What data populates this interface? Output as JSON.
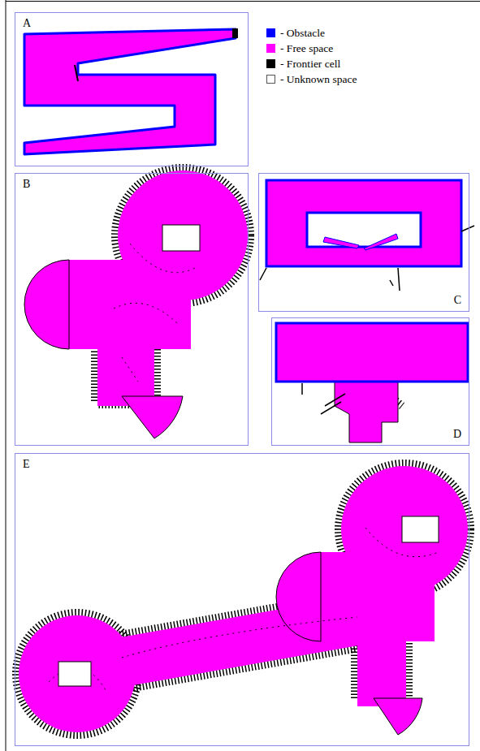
{
  "diagram": {
    "nodes": [
      {
        "text": [
          "A"
        ]
      },
      {
        "text": [
          "B"
        ]
      },
      {
        "text": [
          "C"
        ]
      },
      {
        "text": [
          "D"
        ]
      },
      {
        "text": [
          "E"
        ]
      }
    ],
    "legend": [
      {
        "text": "- Obstacle",
        "color": "#0000ff"
      },
      {
        "text": "- Free space",
        "color": "#ff00ff"
      },
      {
        "text": "- Frontier cell",
        "color": "#000000"
      },
      {
        "text": "- Unknown space",
        "color": "#ffffff"
      }
    ]
  }
}
